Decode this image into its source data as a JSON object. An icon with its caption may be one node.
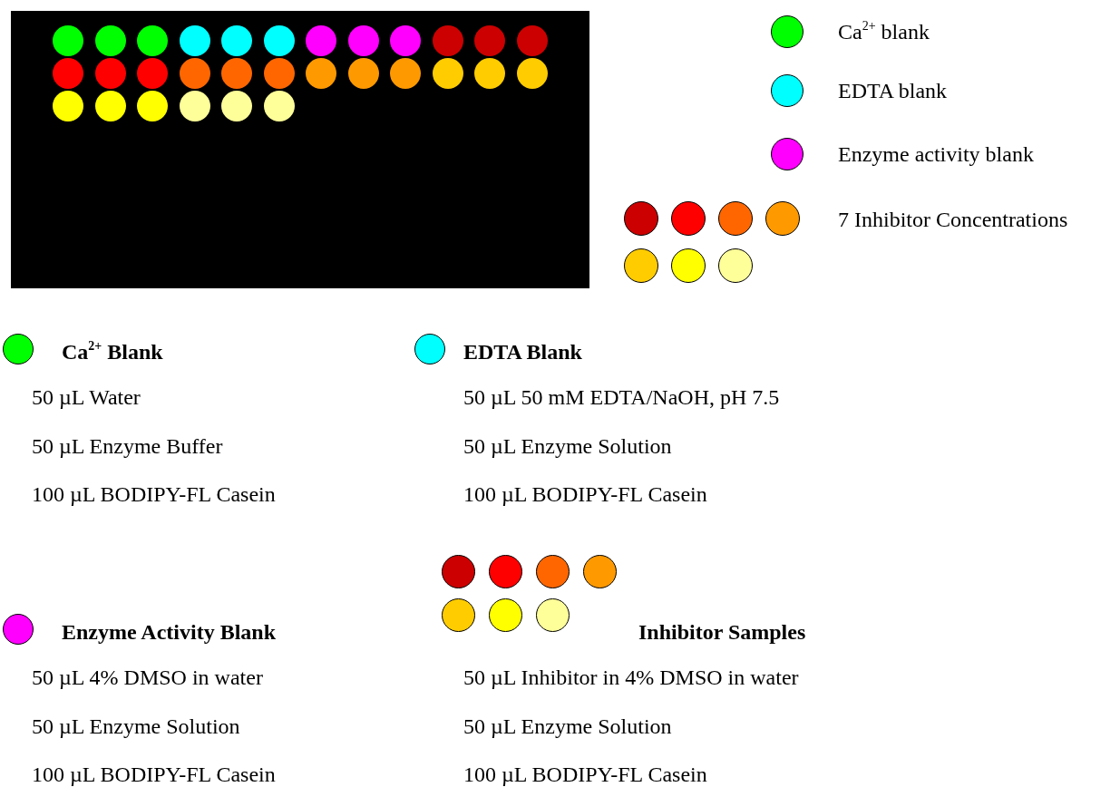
{
  "diagram": {
    "labels": [
      "Ca$^{2+}$ Blank",
      "50 µL Water",
      "50 µL Enzyme Buffer",
      "100 µL BODIPY-FL Casein",
      "EDTA Blank",
      "50 µL 50 mM EDTA/NaOH, pH 7.5",
      "50 µL Enzyme Solution",
      "100 µL BODIPY-FL Casein",
      "Enzyme Activity Blank",
      "50 µL 4% DMSO in water",
      "50 µL Enzyme Solution",
      "100 µL BODIPY-FL Casein",
      "Inhibitor Samples",
      "50 µL Inhibitor in 4% DMSO in water",
      "50 µL Enzyme Solution",
      "100 µL BODIPY-FL Casein"
    ],
    "legend": [
      {
        "text": "Ca$^{2+}$ blank",
        "color": "#00ff00"
      },
      {
        "text": "EDTA blank",
        "color": "#00ffff"
      },
      {
        "text": "Enzyme activity blank",
        "color": "#ff00ff"
      },
      {
        "text": "7 Inhibitor Concentrations"
      }
    ]
  }
}
